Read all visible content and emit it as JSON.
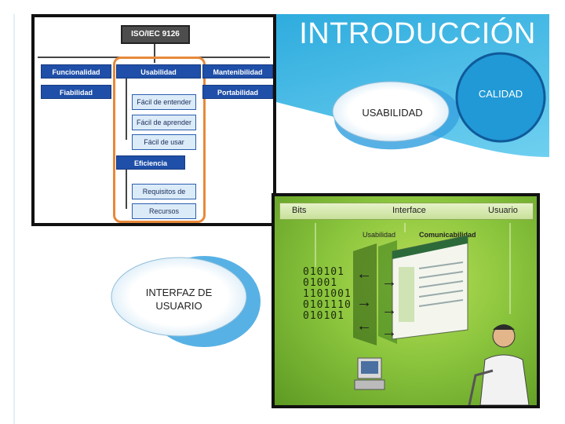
{
  "slide": {
    "title": "INTRODUCCIÓN"
  },
  "iso_diagram": {
    "header": "ISO/IEC 9126",
    "left_items": [
      "Funcionalidad",
      "Fiabilidad"
    ],
    "center_item": "Usabilidad",
    "center_subitems": [
      "Fácil de entender",
      "Fácil de aprender",
      "Fácil de usar"
    ],
    "second_center_item": "Eficiencia",
    "second_subitems": [
      "Requisitos de tiempo",
      "Recursos"
    ],
    "right_items": [
      "Mantenibilidad",
      "Portabilidad"
    ],
    "colors": {
      "box": "#1f4fa8",
      "sub": "#dcebf8",
      "highlight": "#e7893a"
    }
  },
  "bubbles": {
    "calidad": "CALIDAD",
    "usabilidad": "USABILIDAD",
    "interfaz_line1": "INTERFAZ DE",
    "interfaz_line2": "USUARIO"
  },
  "interface_image": {
    "bar_left": "Bits",
    "bar_center": "Interface",
    "bar_right": "Usuario",
    "sub_left": "Usabilidad",
    "sub_right": "Comunicabilidad",
    "bits_rows": [
      "010101",
      "01001",
      "1101001",
      "0101110",
      "010101"
    ]
  }
}
